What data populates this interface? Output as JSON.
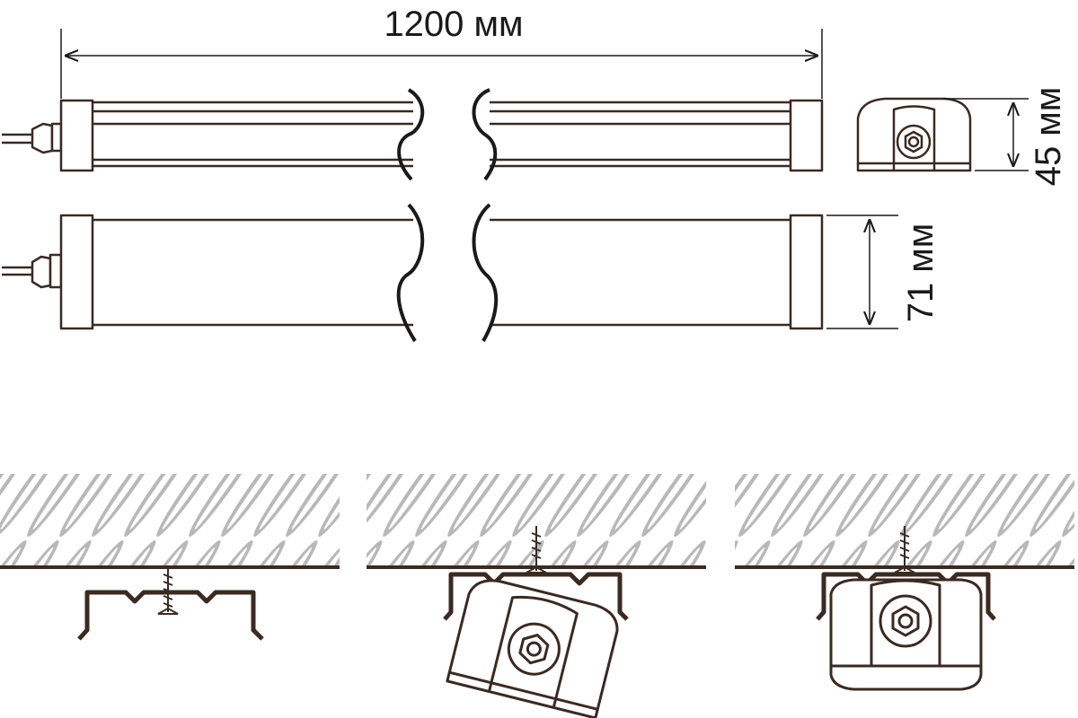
{
  "dimensions": {
    "length_label": "1200 мм",
    "height_label": "45 мм",
    "width_label": "71 мм"
  },
  "colors": {
    "line": "#3a2a20",
    "dim_line": "#1a1a1a",
    "hatch": "#b8b8b8",
    "fill": "#ffffff"
  },
  "figures": [
    {
      "name": "luminaire-side-view"
    },
    {
      "name": "luminaire-top-view"
    },
    {
      "name": "luminaire-end-view"
    },
    {
      "name": "mounting-step-1-bracket"
    },
    {
      "name": "mounting-step-2-snap-in"
    },
    {
      "name": "mounting-step-3-installed"
    }
  ]
}
